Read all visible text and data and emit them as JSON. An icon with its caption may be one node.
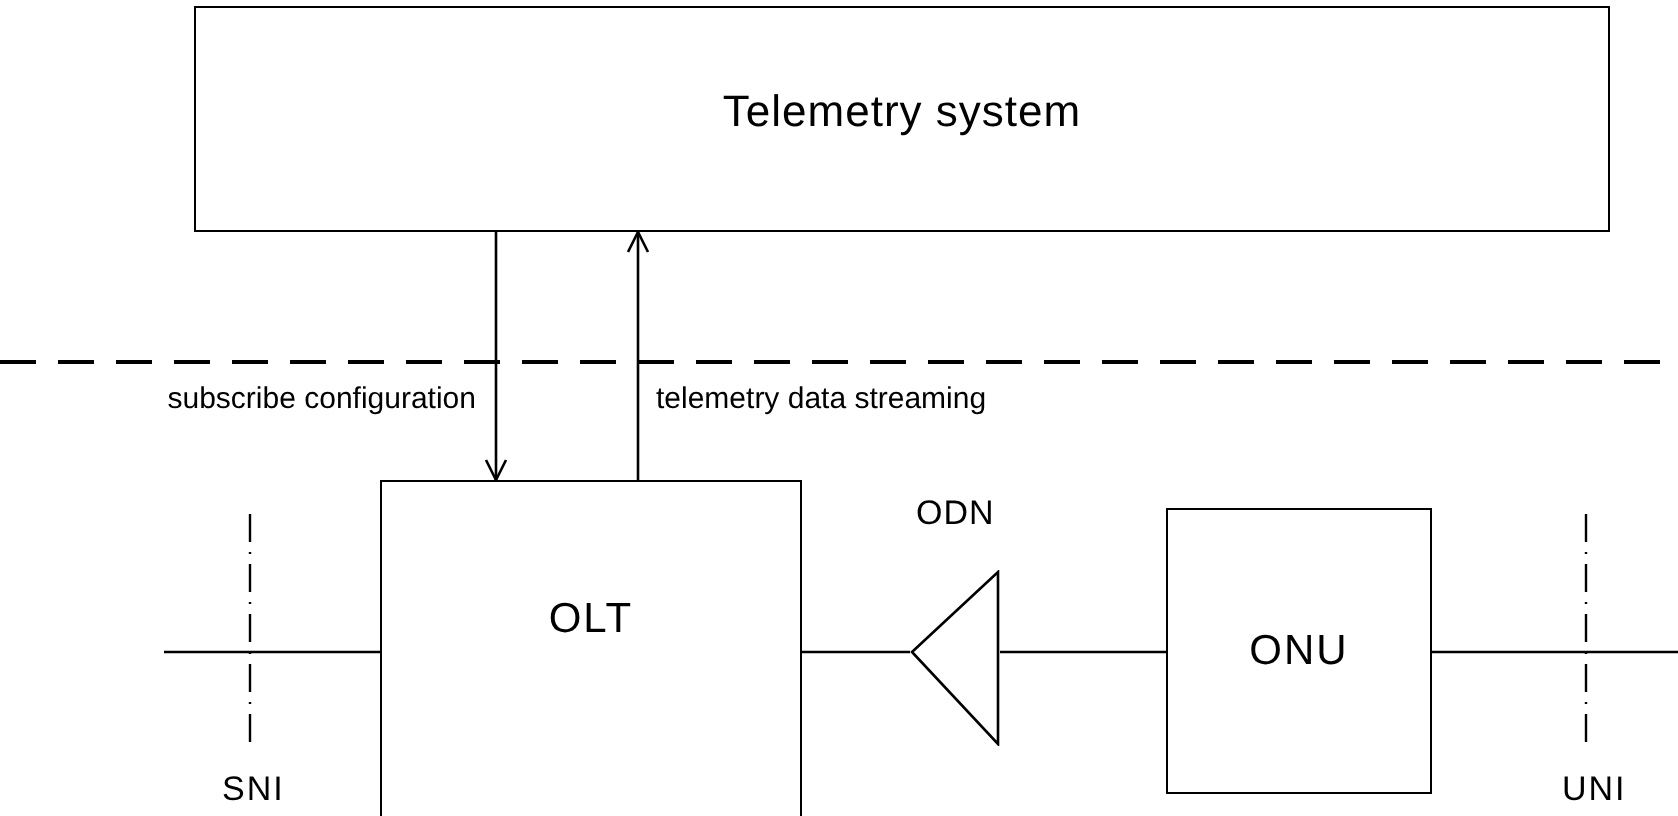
{
  "diagram": {
    "nodes": [
      {
        "text": [
          "Telemetry system"
        ]
      },
      {
        "text": [
          "OLT"
        ]
      },
      {
        "text": [],
        "shape": "triangle",
        "beside": [
          "ODN"
        ]
      },
      {
        "text": [
          "ONU"
        ]
      }
    ],
    "edges": [
      {
        "from": 0,
        "to": 1,
        "arrow": "to",
        "label": "subscribe configuration"
      },
      {
        "from": 1,
        "to": 0,
        "arrow": "to",
        "label": "telemetry data streaming"
      },
      {
        "from": null,
        "to": 1,
        "arrow": "none"
      },
      {
        "from": 1,
        "to": 2,
        "arrow": "none"
      },
      {
        "from": 2,
        "to": 3,
        "arrow": "none"
      },
      {
        "from": 3,
        "to": null,
        "arrow": "none"
      }
    ],
    "labels": [
      "SNI",
      "UNI"
    ]
  }
}
